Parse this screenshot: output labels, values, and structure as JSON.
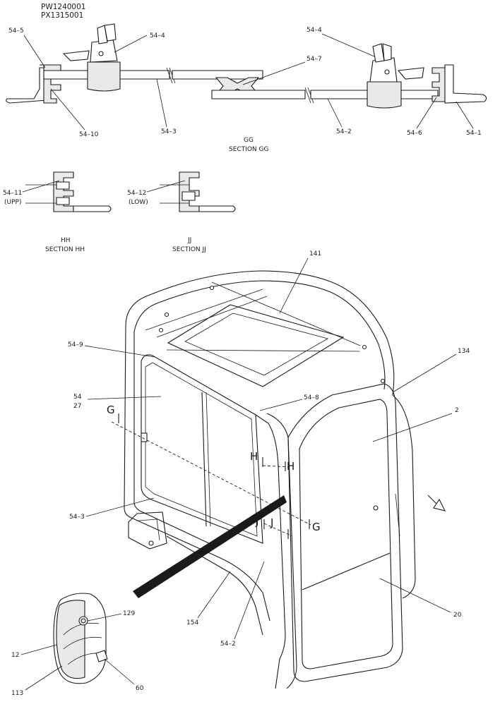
{
  "header": {
    "code_1": "PW1240001",
    "code_2": "PX1315001"
  },
  "section_gg": {
    "title_short": "GG",
    "title": "SECTION GG",
    "callouts": {
      "c54_5": "54–5",
      "c54_4_left": "54–4",
      "c54_10": "54–10",
      "c54_3_top": "54–3",
      "c54_4_right": "54–4",
      "c54_7": "54–7",
      "c54_2_top": "54–2",
      "c54_6": "54–6",
      "c54_1": "54–1"
    }
  },
  "section_hh": {
    "title_short": "HH",
    "title": "SECTION HH",
    "callout": "54–11",
    "sub": "(UPP)"
  },
  "section_jj": {
    "title_short": "JJ",
    "title": "SECTION JJ",
    "callout": "54–12",
    "sub": "(LOW)"
  },
  "cab": {
    "callouts": {
      "c141": "141",
      "c54_9": "54–9",
      "c54": "54",
      "c27": "27",
      "c134": "134",
      "c54_8": "54–8",
      "c2": "2",
      "c54_3": "54–3",
      "c20": "20",
      "c154": "154",
      "c54_2": "54–2"
    },
    "markers": {
      "g_left": "G",
      "g_right": "G",
      "h_left": "H",
      "h_right": "H",
      "j_left": "J",
      "j_right": "J"
    }
  },
  "mirror": {
    "callouts": {
      "c129": "129",
      "c12": "12",
      "c113": "113",
      "c60": "60"
    }
  }
}
